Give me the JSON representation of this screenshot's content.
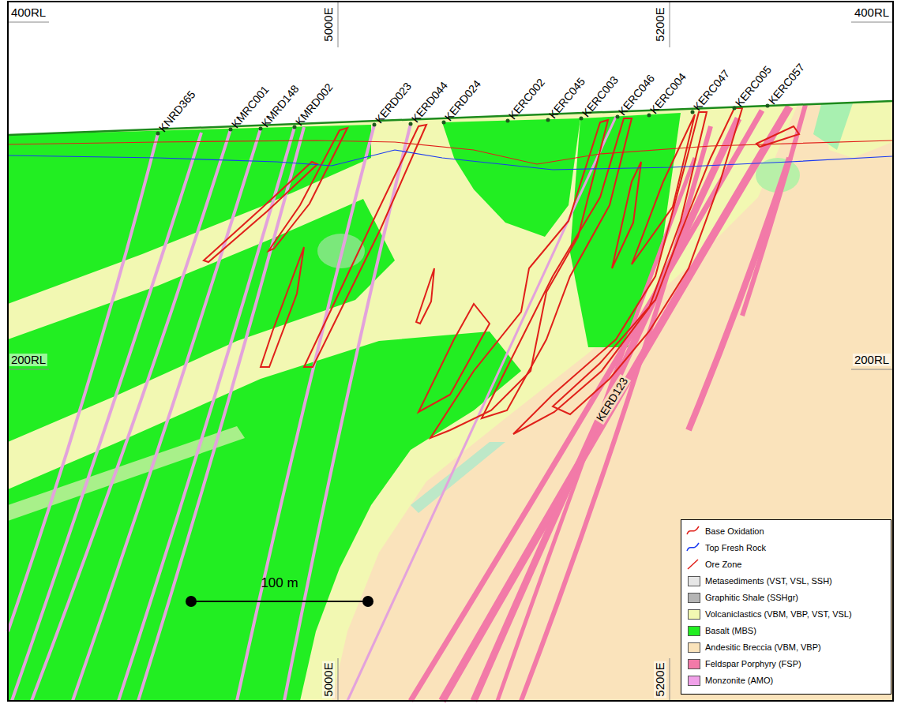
{
  "diagram": {
    "labels": [
      "400RL",
      "400RL",
      "5000E",
      "5200E",
      "KNRD365",
      "KMRC001",
      "KMRD148",
      "KMRD002",
      "KERD023",
      "KERD044",
      "KERD024",
      "KERC002",
      "KERC045",
      "KERC003",
      "KERC046",
      "KERC004",
      "KERC047",
      "KERC005",
      "KERC057",
      "200RL",
      "200RL",
      "KERD123",
      "100 m",
      "5000E",
      "5200E"
    ],
    "legend": [
      {
        "text": "Base Oxidation"
      },
      {
        "text": "Top Fresh Rock"
      },
      {
        "text": "Ore Zone"
      },
      {
        "text": "Metasediments (VST, VSL, SSH)",
        "color": "#e6e6e6"
      },
      {
        "text": "Graphitic Shale (SSHgr)",
        "color": "#b4b4b4"
      },
      {
        "text": "Volcaniclastics (VBM, VBP, VST, VSL)",
        "color": "#f2f8b2"
      },
      {
        "text": "Basalt (MBS)",
        "color": "#22ee22"
      },
      {
        "text": "Andesitic Breccia (VBM, VBP)",
        "color": "#fae3bb"
      },
      {
        "text": "Feldspar Porphyry (FSP)",
        "color": "#f27aa8"
      },
      {
        "text": "Monzonite (AMO)",
        "color": "#f0a0e8"
      }
    ]
  }
}
